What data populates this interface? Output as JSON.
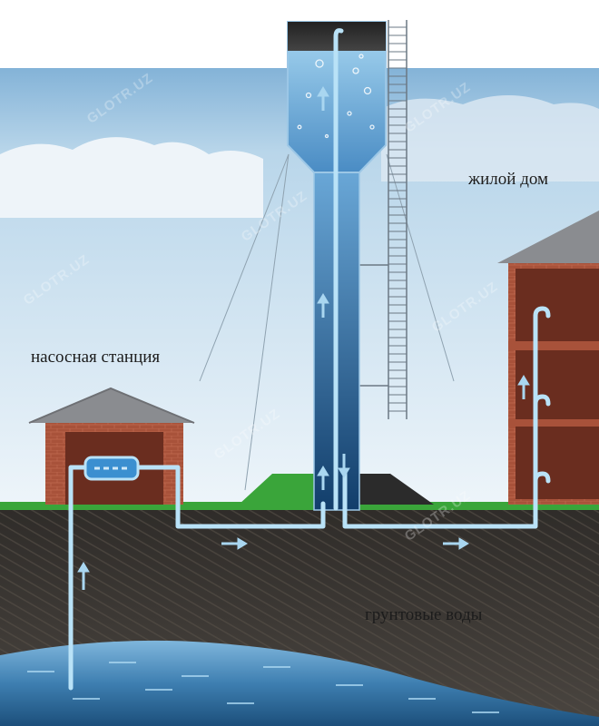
{
  "labels": {
    "pump_station": "насосная станция",
    "residential_house": "жилой дом",
    "groundwater": "грунтовые воды"
  },
  "watermark": "GLOTR.UZ",
  "colors": {
    "sky_top": "#7fb0d6",
    "sky_bottom": "#e9f2f8",
    "ground": "#3e3a36",
    "grass": "#3aa53a",
    "brick": "#a8523a",
    "roof": "#8a8c90",
    "water_light": "#a9d6f0",
    "water_deep": "#17466f",
    "pipe": "#b9e2f7"
  },
  "icons": {
    "flow_arrow": "arrow-icon",
    "pump": "pump-icon"
  }
}
